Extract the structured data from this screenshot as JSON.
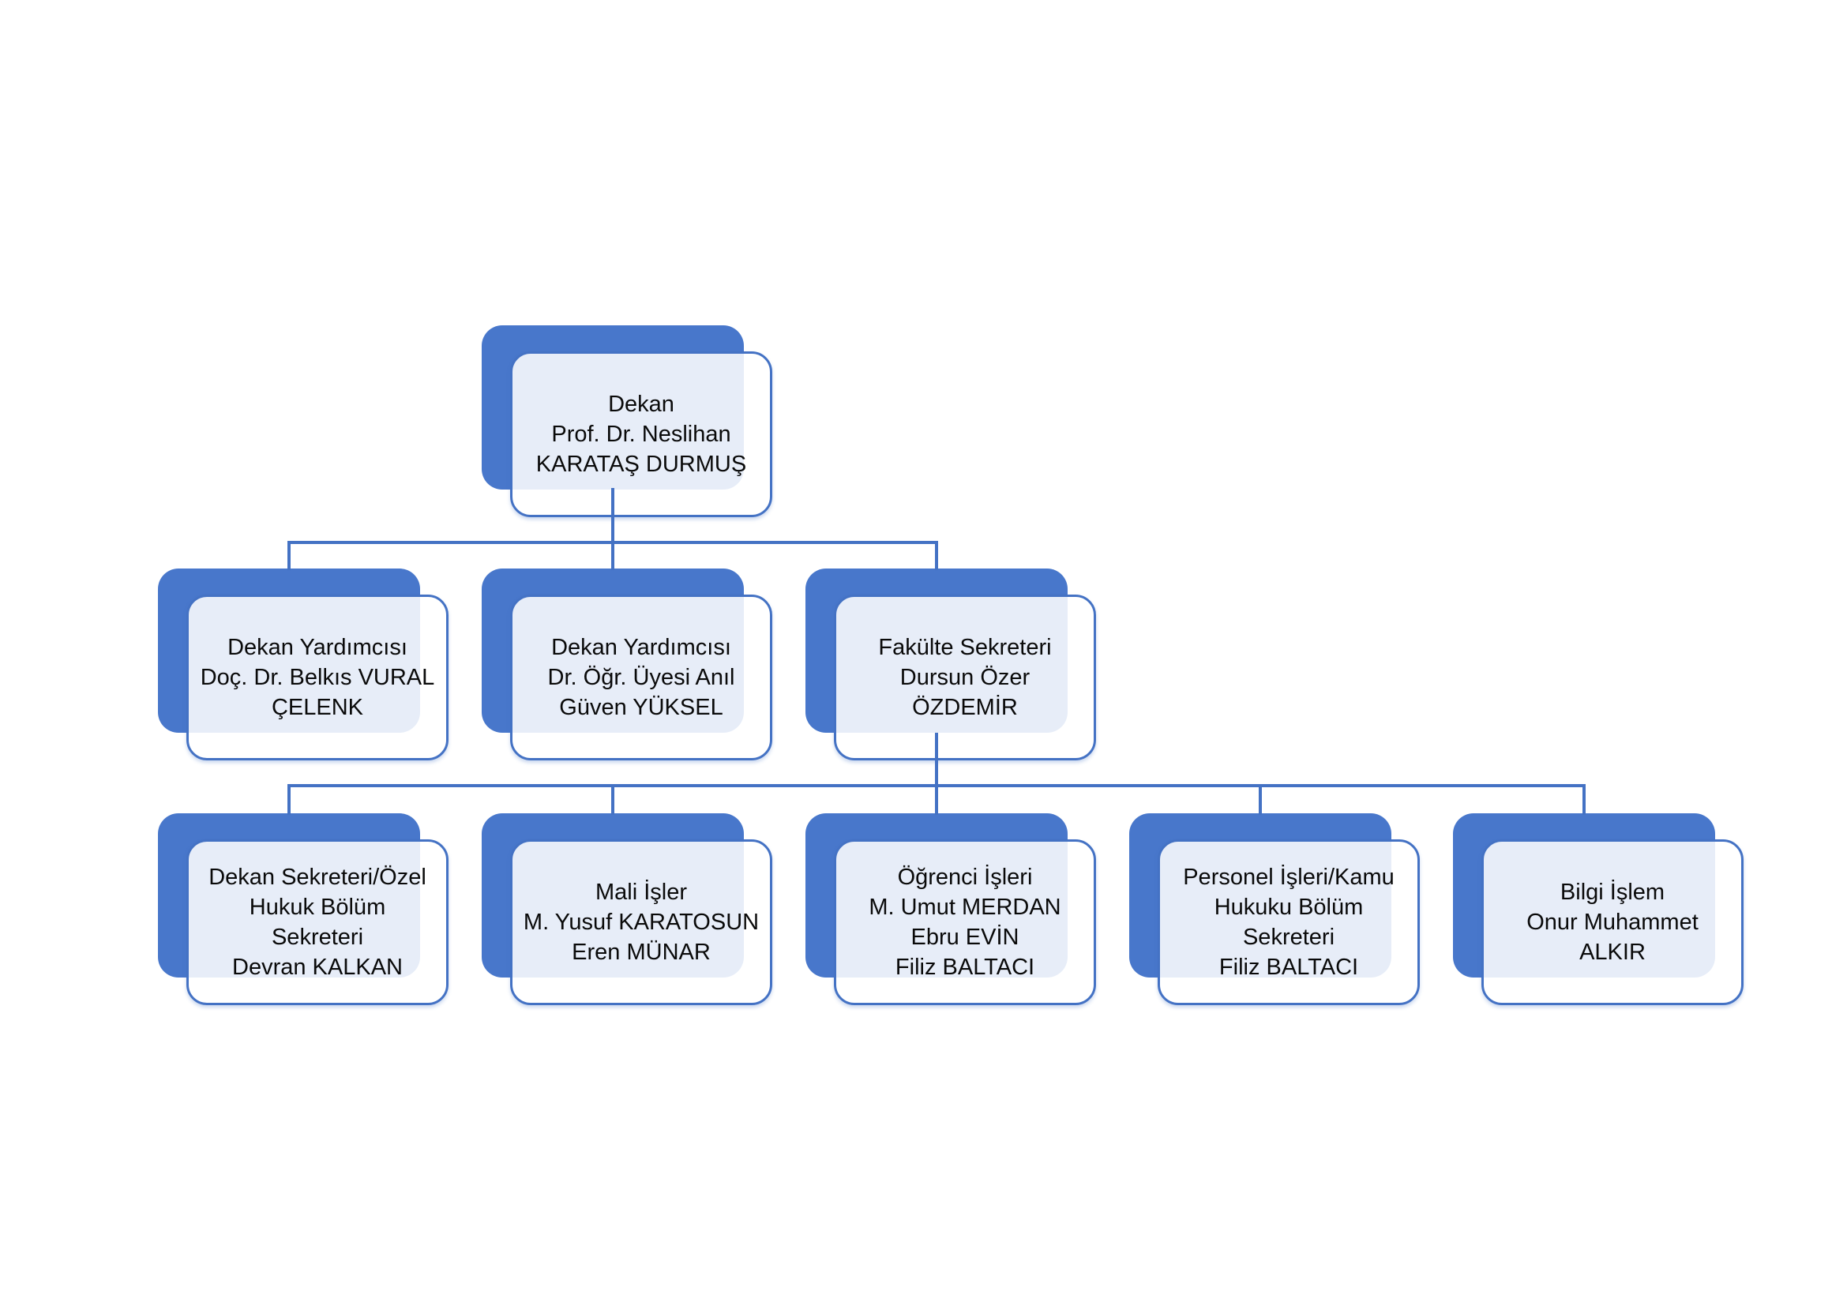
{
  "document": {
    "background": "#FFFFFF",
    "description_label": "organization-chart"
  },
  "colors": {
    "node_back_fill": "#4877CB",
    "node_border": "#4472C4",
    "node_overlap_tint": "#E9EDF8",
    "node_front_fill": "#FFFFFF",
    "connector": "#4472C4",
    "text": "#000000"
  },
  "chart": {
    "type": "org-chart",
    "nodes": [
      {
        "id": "dekan",
        "level": 1,
        "reports_to": null,
        "lines": [
          "Dekan",
          "Prof. Dr. Neslihan",
          "KARATAŞ DURMUŞ"
        ]
      },
      {
        "id": "dekan-yardimcisi-1",
        "level": 2,
        "reports_to": "dekan",
        "lines": [
          "Dekan Yardımcısı",
          "Doç. Dr. Belkıs VURAL",
          "ÇELENK"
        ]
      },
      {
        "id": "dekan-yardimcisi-2",
        "level": 2,
        "reports_to": "dekan",
        "lines": [
          "Dekan Yardımcısı",
          "Dr. Öğr. Üyesi Anıl",
          "Güven YÜKSEL"
        ]
      },
      {
        "id": "fakulte-sekreteri",
        "level": 2,
        "reports_to": "dekan",
        "lines": [
          "Fakülte Sekreteri",
          "Dursun Özer",
          "ÖZDEMİR"
        ]
      },
      {
        "id": "dekan-sekreteri-ozel-hukuk",
        "level": 3,
        "reports_to": "fakulte-sekreteri",
        "lines": [
          "Dekan Sekreteri/Özel",
          "Hukuk Bölüm",
          "Sekreteri",
          "Devran KALKAN"
        ]
      },
      {
        "id": "mali-isler",
        "level": 3,
        "reports_to": "fakulte-sekreteri",
        "lines": [
          "Mali İşler",
          "M. Yusuf KARATOSUN",
          "Eren MÜNAR"
        ]
      },
      {
        "id": "ogrenci-isleri",
        "level": 3,
        "reports_to": "fakulte-sekreteri",
        "lines": [
          "Öğrenci İşleri",
          "M. Umut  MERDAN",
          "Ebru EVİN",
          "Filiz BALTACI"
        ]
      },
      {
        "id": "personel-isleri-kamu-hukuku",
        "level": 3,
        "reports_to": "fakulte-sekreteri",
        "lines": [
          "Personel İşleri/Kamu",
          "Hukuku Bölüm",
          "Sekreteri",
          "Filiz BALTACI"
        ]
      },
      {
        "id": "bilgi-islem",
        "level": 3,
        "reports_to": "fakulte-sekreteri",
        "lines": [
          "Bilgi İşlem",
          "Onur Muhammet",
          "ALKIR"
        ]
      }
    ]
  }
}
